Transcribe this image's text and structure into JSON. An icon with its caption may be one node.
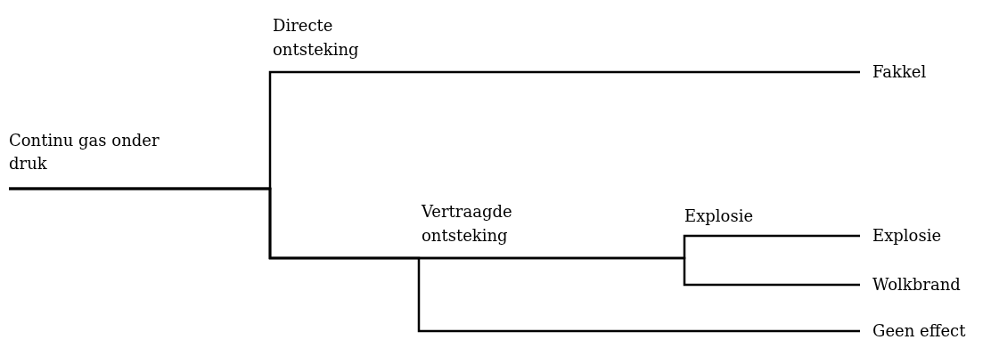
{
  "diagram": {
    "nodes": [
      {
        "text": [
          "Continu gas onder druk"
        ]
      },
      {
        "text": [
          "Fakkel"
        ]
      },
      {
        "text": [
          "Explosie"
        ]
      },
      {
        "text": [
          "Wolkbrand"
        ]
      },
      {
        "text": [
          "Geen effect"
        ]
      }
    ],
    "edges": [
      {
        "from": 0,
        "to": 1,
        "arrow": "none"
      },
      {
        "from": 0,
        "to": 2,
        "arrow": "none"
      },
      {
        "from": 0,
        "to": 3,
        "arrow": "none"
      },
      {
        "from": 0,
        "to": 4,
        "arrow": "none"
      }
    ],
    "labels": [
      "Directe ontsteking",
      "Vertraagde ontsteking",
      "Explosie"
    ]
  }
}
